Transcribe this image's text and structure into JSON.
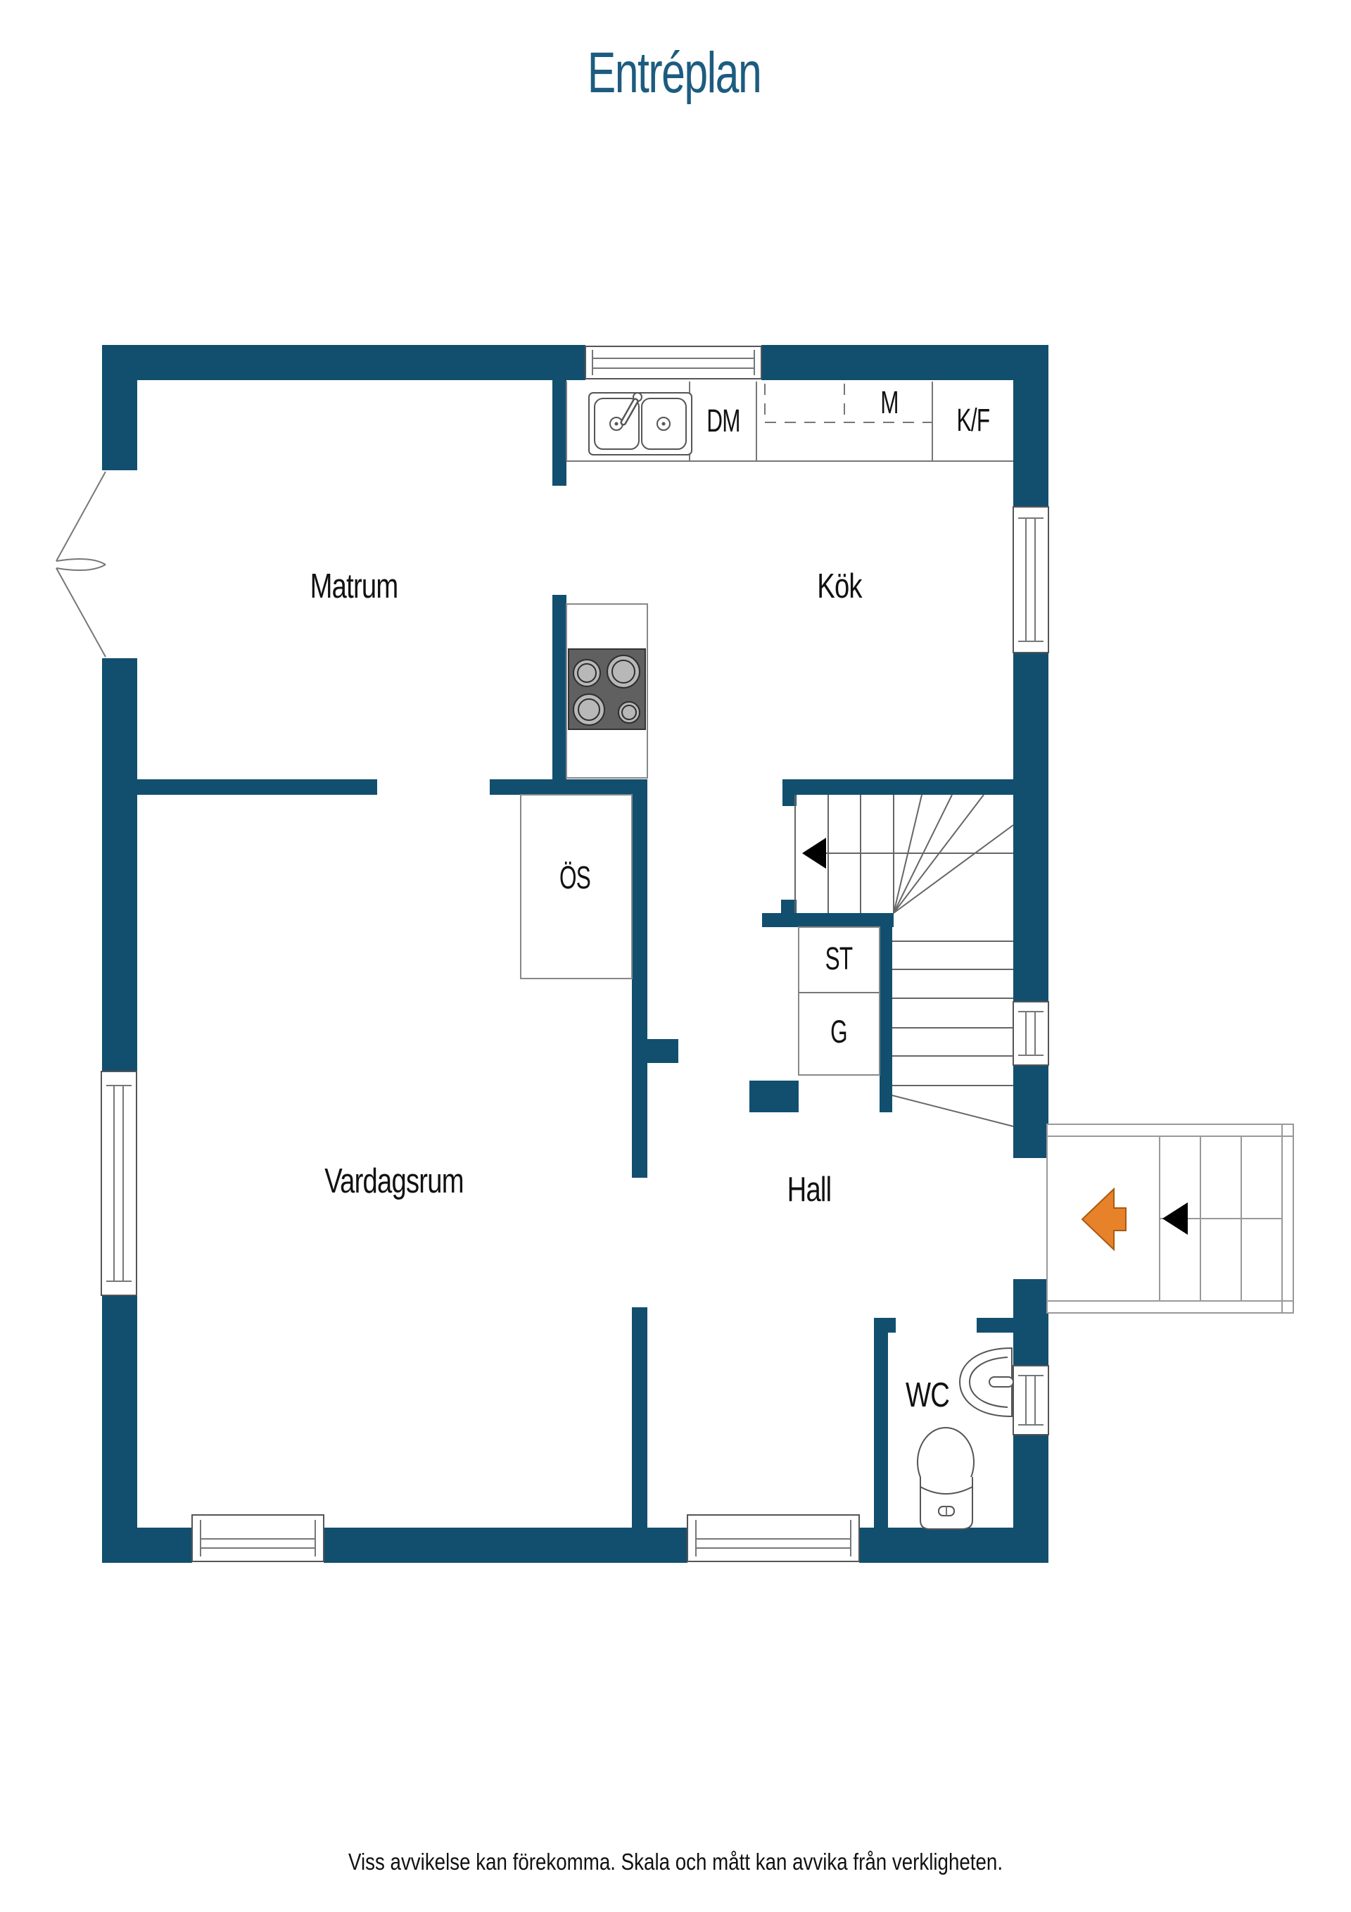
{
  "title": "Entréplan",
  "footer": "Viss avvikelse kan förekomma. Skala och mått kan avvika från verkligheten.",
  "colors": {
    "wall": "#124f6e",
    "title_text": "#1d5c80",
    "entrance_arrow": "#e8822a",
    "stair_arrow": "#000000",
    "hob": "#606060",
    "burner": "#b8b8b8",
    "fixture_line": "#555555"
  },
  "plan": {
    "rooms": {
      "matrum": "Matrum",
      "kok": "Kök",
      "vardagsrum": "Vardagsrum",
      "hall": "Hall",
      "wc": "WC"
    },
    "closets": {
      "os": "ÖS",
      "st": "ST",
      "g": "G"
    },
    "kitchen_units": {
      "dm": "DM",
      "m": "M",
      "kf": "K/F"
    }
  }
}
